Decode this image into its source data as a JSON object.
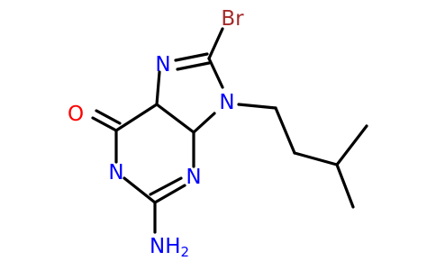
{
  "molecule": {
    "atoms": {
      "o": {
        "text": "O",
        "color": "#ff0000"
      },
      "n7": {
        "text": "N",
        "color": "#0000ff"
      },
      "br": {
        "text": "Br",
        "color": "#a52a2a"
      },
      "n9": {
        "text": "N",
        "color": "#0000ff"
      },
      "n1": {
        "text": "N",
        "color": "#0000ff"
      },
      "n3": {
        "text": "N",
        "color": "#0000ff"
      },
      "nh2_n": {
        "text": "NH",
        "color": "#0000ff"
      },
      "nh2_sub": {
        "text": "2",
        "color": "#0000ff"
      }
    },
    "bond_color": "#000000"
  }
}
